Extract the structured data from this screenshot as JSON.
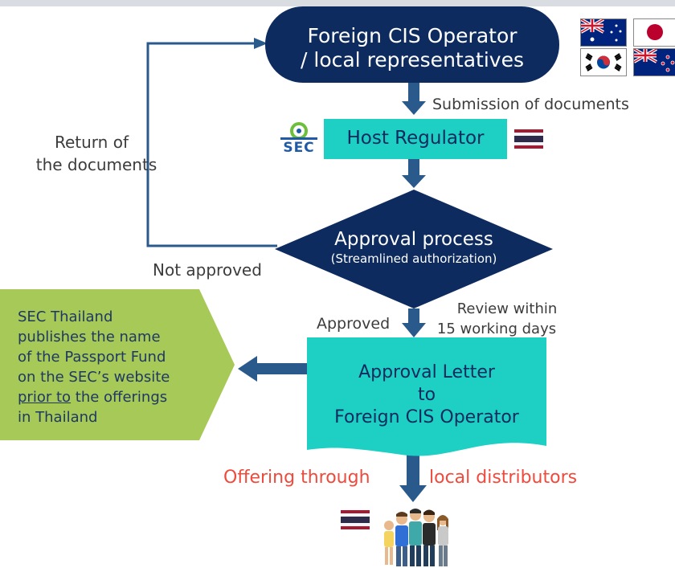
{
  "operator": {
    "line1": "Foreign CIS Operator",
    "line2": "/ local representatives"
  },
  "submission": "Submission of documents",
  "return_label": {
    "line1": "Return of",
    "line2": "the documents"
  },
  "host_regulator": "Host Regulator",
  "sec_logo_text": "SEC",
  "approval": {
    "title": "Approval process",
    "subtitle": "(Streamlined authorization)"
  },
  "not_approved": "Not approved",
  "approved": "Approved",
  "review": {
    "line1": "Review within",
    "line2": "15 working days"
  },
  "letter": {
    "line1": "Approval Letter",
    "line2": "to",
    "line3": "Foreign CIS Operator"
  },
  "publish": {
    "line1": "SEC Thailand",
    "line2": "publishes the name",
    "line3": "of the Passport Fund",
    "line4": "on the SEC’s website",
    "line5_underlined": "prior to",
    "line5_rest": " the offerings",
    "line6": "in Thailand"
  },
  "offering": {
    "left": "Offering through",
    "right": "local distributors"
  },
  "colors": {
    "navy": "#0d2b5e",
    "teal": "#1ed0c4",
    "arrow": "#2a5a8c",
    "green": "#a7c957",
    "red": "#ef4a3c"
  },
  "icons": [
    "australia-flag-icon",
    "japan-flag-icon",
    "korea-flag-icon",
    "new-zealand-flag-icon",
    "thailand-flag-icon",
    "sec-logo-icon",
    "people-group-icon"
  ]
}
